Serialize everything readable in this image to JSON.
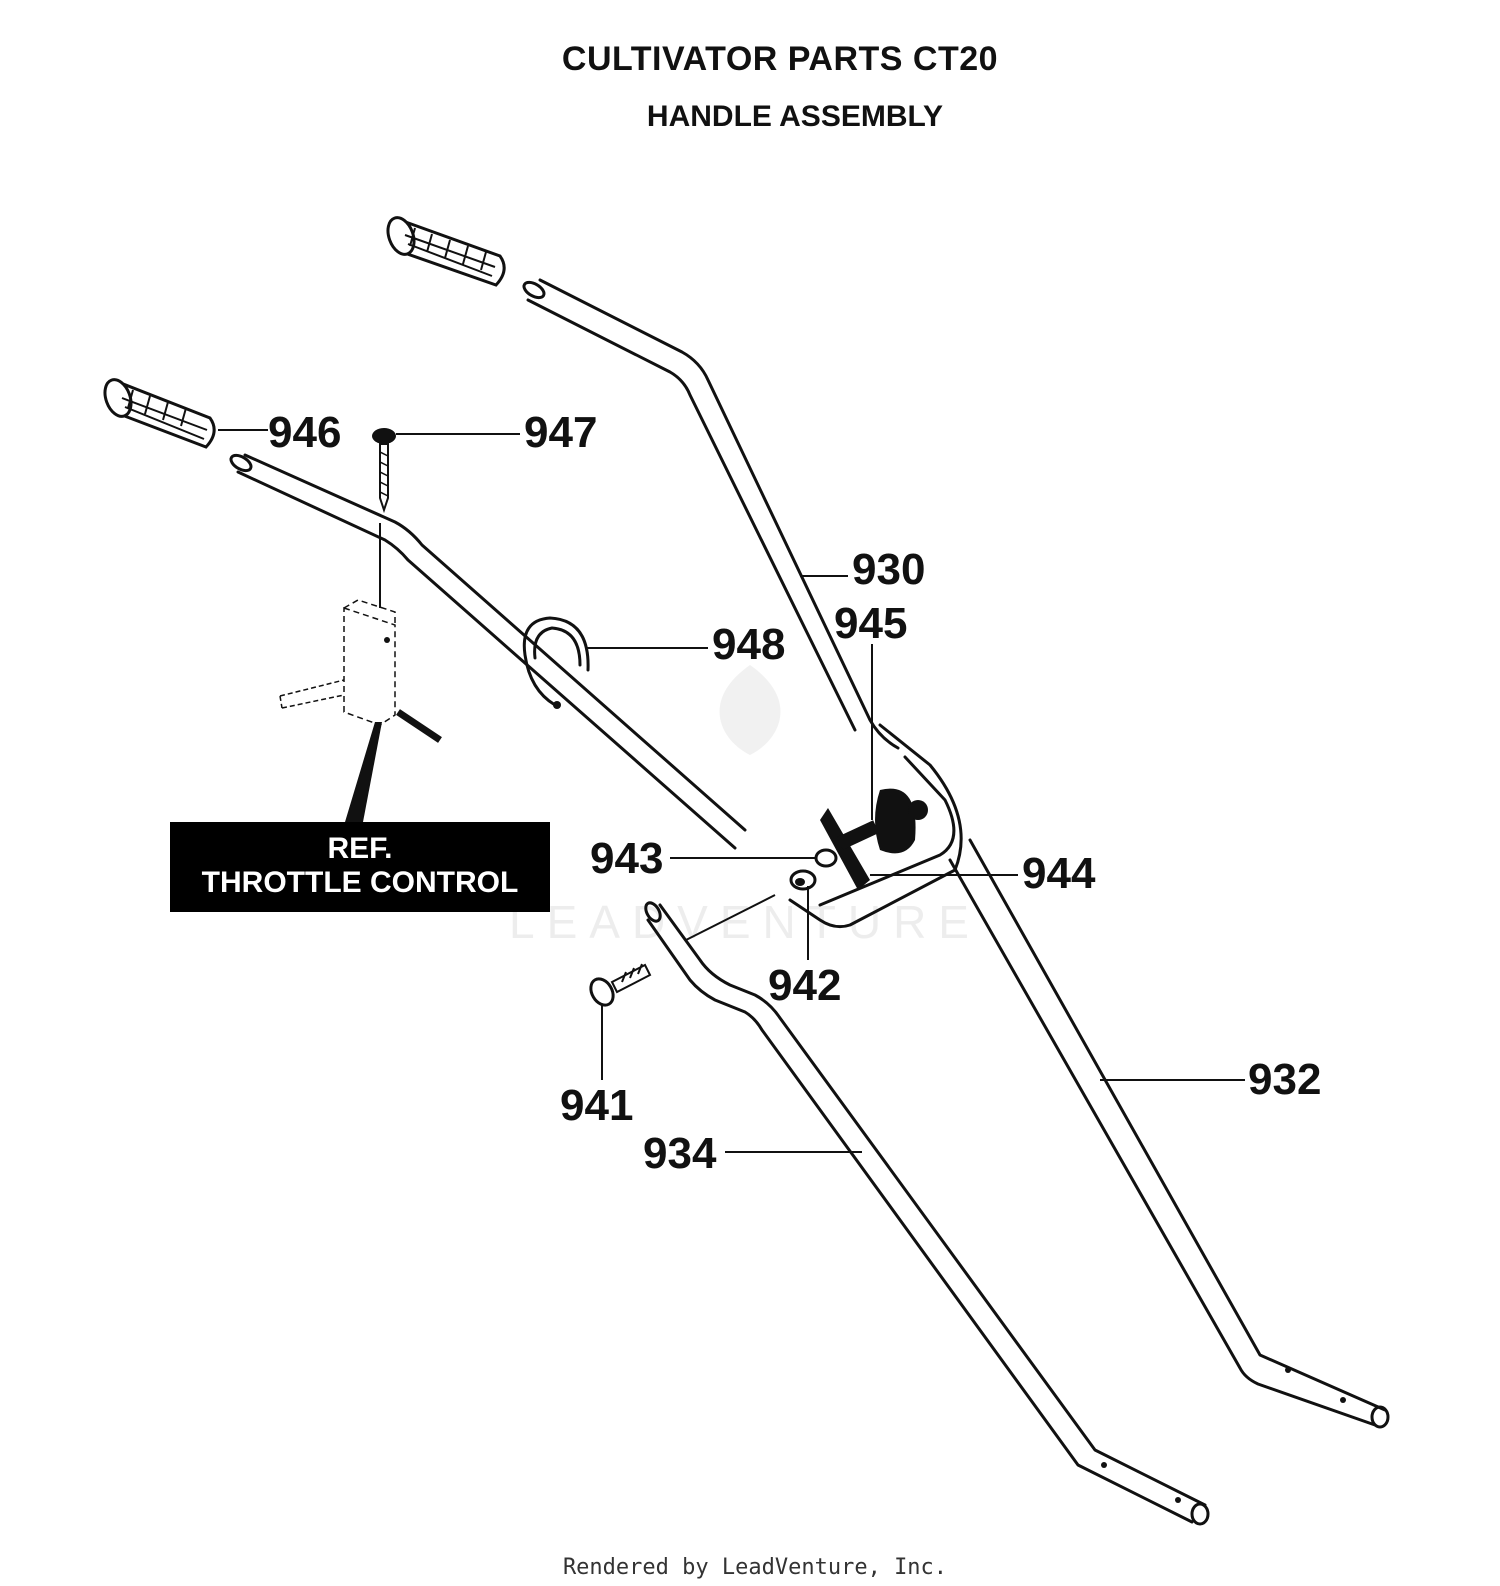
{
  "title": "CULTIVATOR PARTS CT20",
  "subtitle": "HANDLE ASSEMBLY",
  "reference_label": {
    "line1": "REF.",
    "line2": "THROTTLE CONTROL"
  },
  "watermark": "LEADVENTURE",
  "footer": "Rendered by LeadVenture, Inc.",
  "parts": {
    "p930": "930",
    "p932": "932",
    "p934": "934",
    "p941": "941",
    "p942": "942",
    "p943": "943",
    "p944": "944",
    "p945": "945",
    "p946": "946",
    "p947": "947",
    "p948": "948"
  }
}
